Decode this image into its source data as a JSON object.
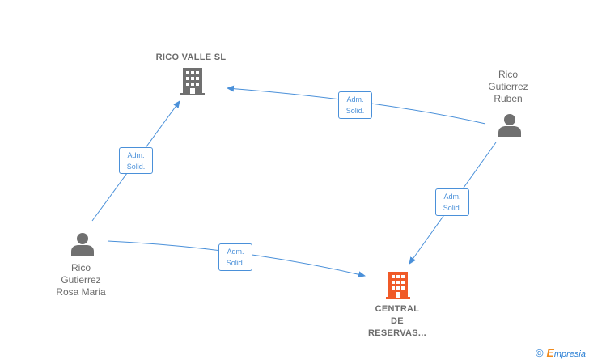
{
  "nodes": {
    "rico_valle": {
      "label": "RICO VALLE SL",
      "type": "company",
      "icon": "building-icon",
      "color": "#707070"
    },
    "central": {
      "label_lines": [
        "CENTRAL",
        "DE",
        "RESERVAS..."
      ],
      "type": "company",
      "icon": "building-icon",
      "color": "#f05a28"
    },
    "ruben": {
      "label_lines": [
        "Rico",
        "Gutierrez",
        "Ruben"
      ],
      "type": "person",
      "icon": "person-icon",
      "color": "#707070"
    },
    "rosa": {
      "label_lines": [
        "Rico",
        "Gutierrez",
        "Rosa Maria"
      ],
      "type": "person",
      "icon": "person-icon",
      "color": "#707070"
    }
  },
  "edges": [
    {
      "from": "rosa",
      "to": "rico_valle",
      "label_lines": [
        "Adm.",
        "Solid."
      ]
    },
    {
      "from": "ruben",
      "to": "rico_valle",
      "label_lines": [
        "Adm.",
        "Solid."
      ]
    },
    {
      "from": "ruben",
      "to": "central",
      "label_lines": [
        "Adm.",
        "Solid."
      ]
    },
    {
      "from": "rosa",
      "to": "central",
      "label_lines": [
        "Adm.",
        "Solid."
      ]
    }
  ],
  "edge_color": "#4a90d9",
  "footer": {
    "copyright": "©",
    "brand_e": "E",
    "brand_rest": "mpresia",
    "brand_color": "#2a7fd4",
    "accent_color": "#f08a1c"
  }
}
